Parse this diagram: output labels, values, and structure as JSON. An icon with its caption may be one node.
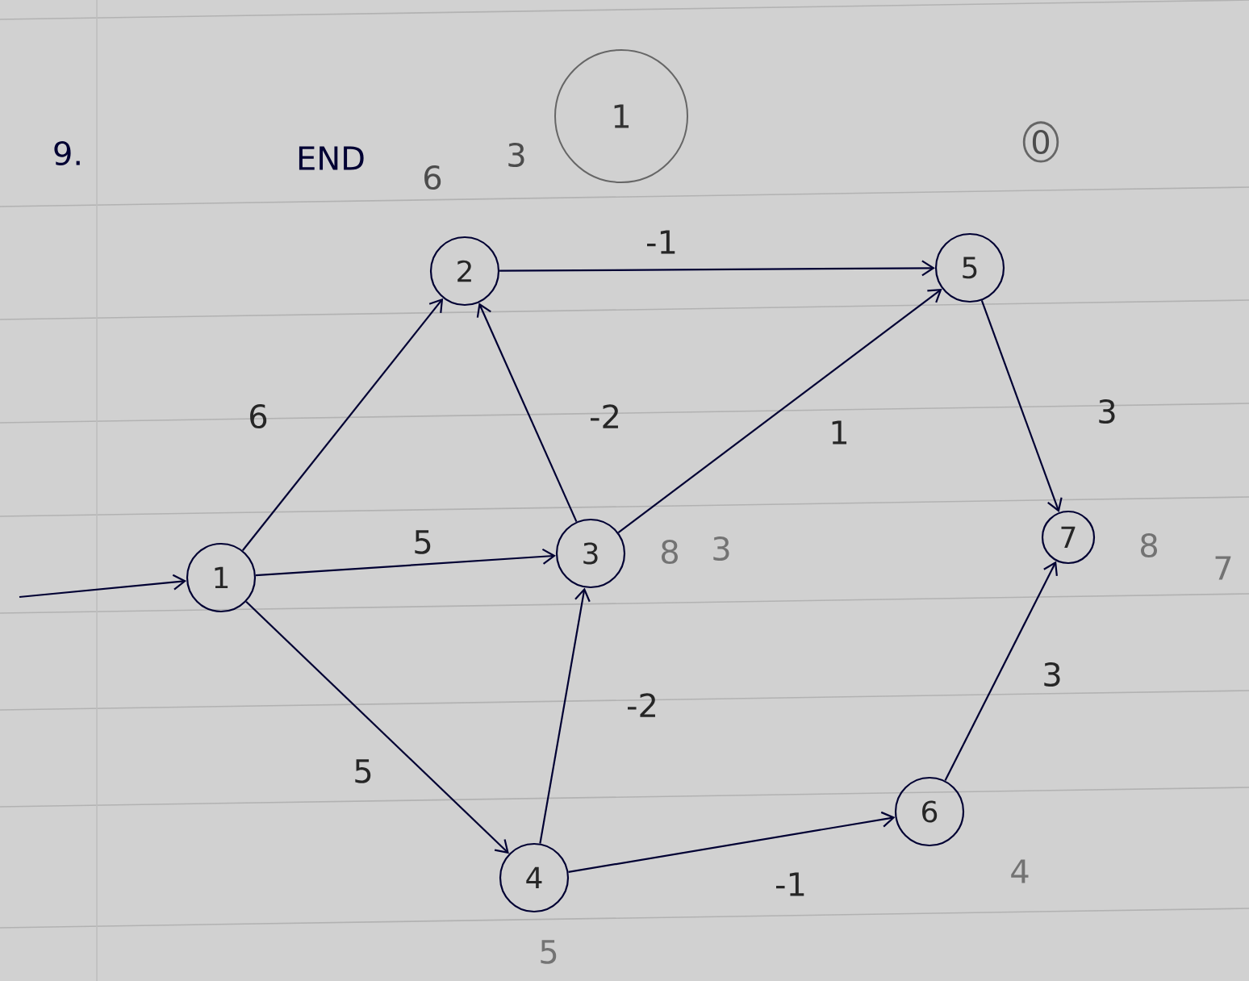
{
  "diagram": {
    "nodes": [
      {
        "text": [
          "1"
        ]
      },
      {
        "text": [
          "2"
        ]
      },
      {
        "text": [
          "3"
        ],
        "beside": [
          "8",
          "3"
        ]
      },
      {
        "text": [
          "4"
        ],
        "beside": [
          "5"
        ]
      },
      {
        "text": [
          "5"
        ]
      },
      {
        "text": [
          "6"
        ],
        "beside": [
          "4"
        ]
      },
      {
        "text": [
          "7"
        ],
        "beside": [
          "8",
          "7"
        ]
      }
    ],
    "edges": [
      {
        "from": null,
        "to": 0,
        "arrow": "to"
      },
      {
        "from": 0,
        "to": 1,
        "arrow": "to",
        "label": "6"
      },
      {
        "from": 0,
        "to": 2,
        "arrow": "to",
        "label": "5"
      },
      {
        "from": 0,
        "to": 3,
        "arrow": "to",
        "label": "5"
      },
      {
        "from": 1,
        "to": 4,
        "arrow": "to",
        "label": "-1"
      },
      {
        "from": 2,
        "to": 1,
        "arrow": "to",
        "label": "-2"
      },
      {
        "from": 2,
        "to": 4,
        "arrow": "to",
        "label": "1"
      },
      {
        "from": 3,
        "to": 2,
        "arrow": "to",
        "label": "-2"
      },
      {
        "from": 3,
        "to": 5,
        "arrow": "to",
        "label": "-1"
      },
      {
        "from": 4,
        "to": 6,
        "arrow": "to",
        "label": "3"
      },
      {
        "from": 5,
        "to": 6,
        "arrow": "to",
        "label": "3"
      }
    ],
    "labels": [
      "9.",
      "END",
      "6",
      "3",
      "1",
      "0"
    ]
  }
}
